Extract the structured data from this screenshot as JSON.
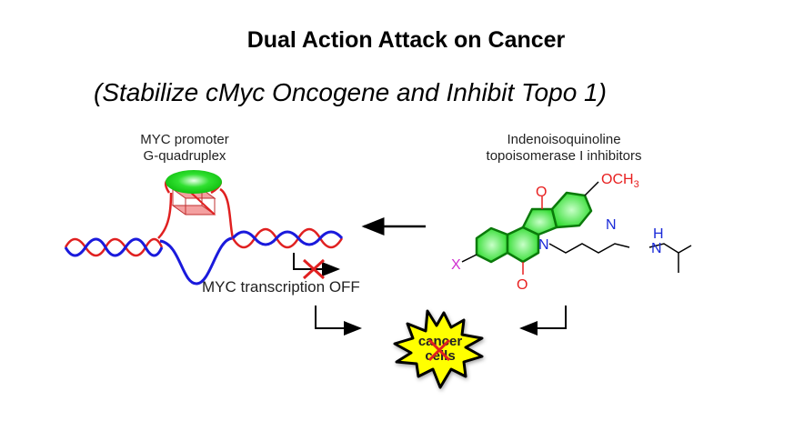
{
  "title": "Dual Action Attack on Cancer",
  "subtitle": "(Stabilize cMyc Oncogene and Inhibit Topo 1)",
  "left_panel": {
    "label_line1": "MYC promoter",
    "label_line2": "G-quadruplex",
    "transcription_label": "MYC transcription OFF"
  },
  "right_panel": {
    "label_line1": "Indenoisoquinoline",
    "label_line2": "topoisomerase I inhibitors",
    "atoms": {
      "methoxy": "OCH",
      "methoxy_sub": "3",
      "ketone_o": "O",
      "lactam_o": "O",
      "pyridine_n": "N",
      "lactam_n": "N",
      "amine_n": "N",
      "amine_h": "H",
      "substituent": "X"
    }
  },
  "center": {
    "burst_line1": "cancer",
    "burst_line2": "cells"
  },
  "colors": {
    "dna_red": "#e02020",
    "dna_blue": "#1a1adc",
    "ligand_green": "#22dd22",
    "burst_yellow": "#ffff00",
    "oxygen_red": "#e82020",
    "nitrogen_blue": "#1a2ad8",
    "x_magenta": "#d030d0"
  }
}
